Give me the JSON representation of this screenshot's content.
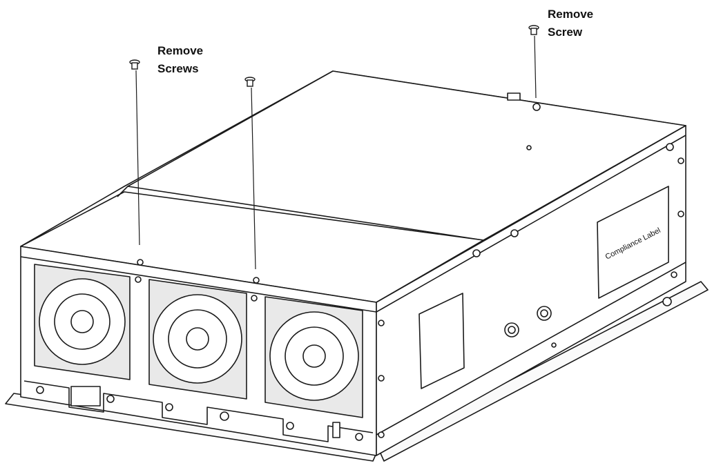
{
  "callouts": {
    "left": {
      "line1": "Remove",
      "line2": "Screws"
    },
    "right": {
      "line1": "Remove",
      "line2": "Screw"
    }
  },
  "compliance_label": "Compliance Label",
  "colors": {
    "stroke": "#1a1a1a",
    "fill": "#ffffff",
    "shade": "#f2f2f2"
  }
}
